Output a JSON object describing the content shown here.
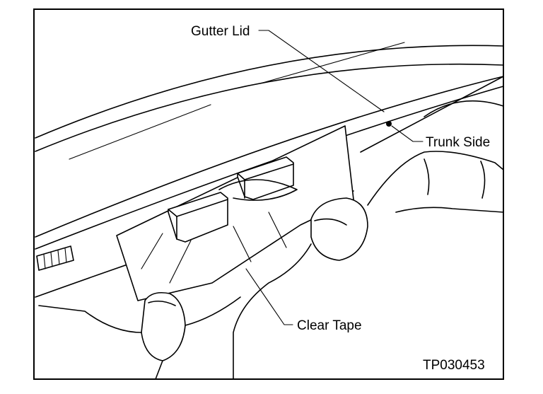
{
  "labels": {
    "gutter_lid": "Gutter Lid",
    "trunk_side": "Trunk Side",
    "clear_tape": "Clear Tape"
  },
  "figure_id": "TP030453"
}
